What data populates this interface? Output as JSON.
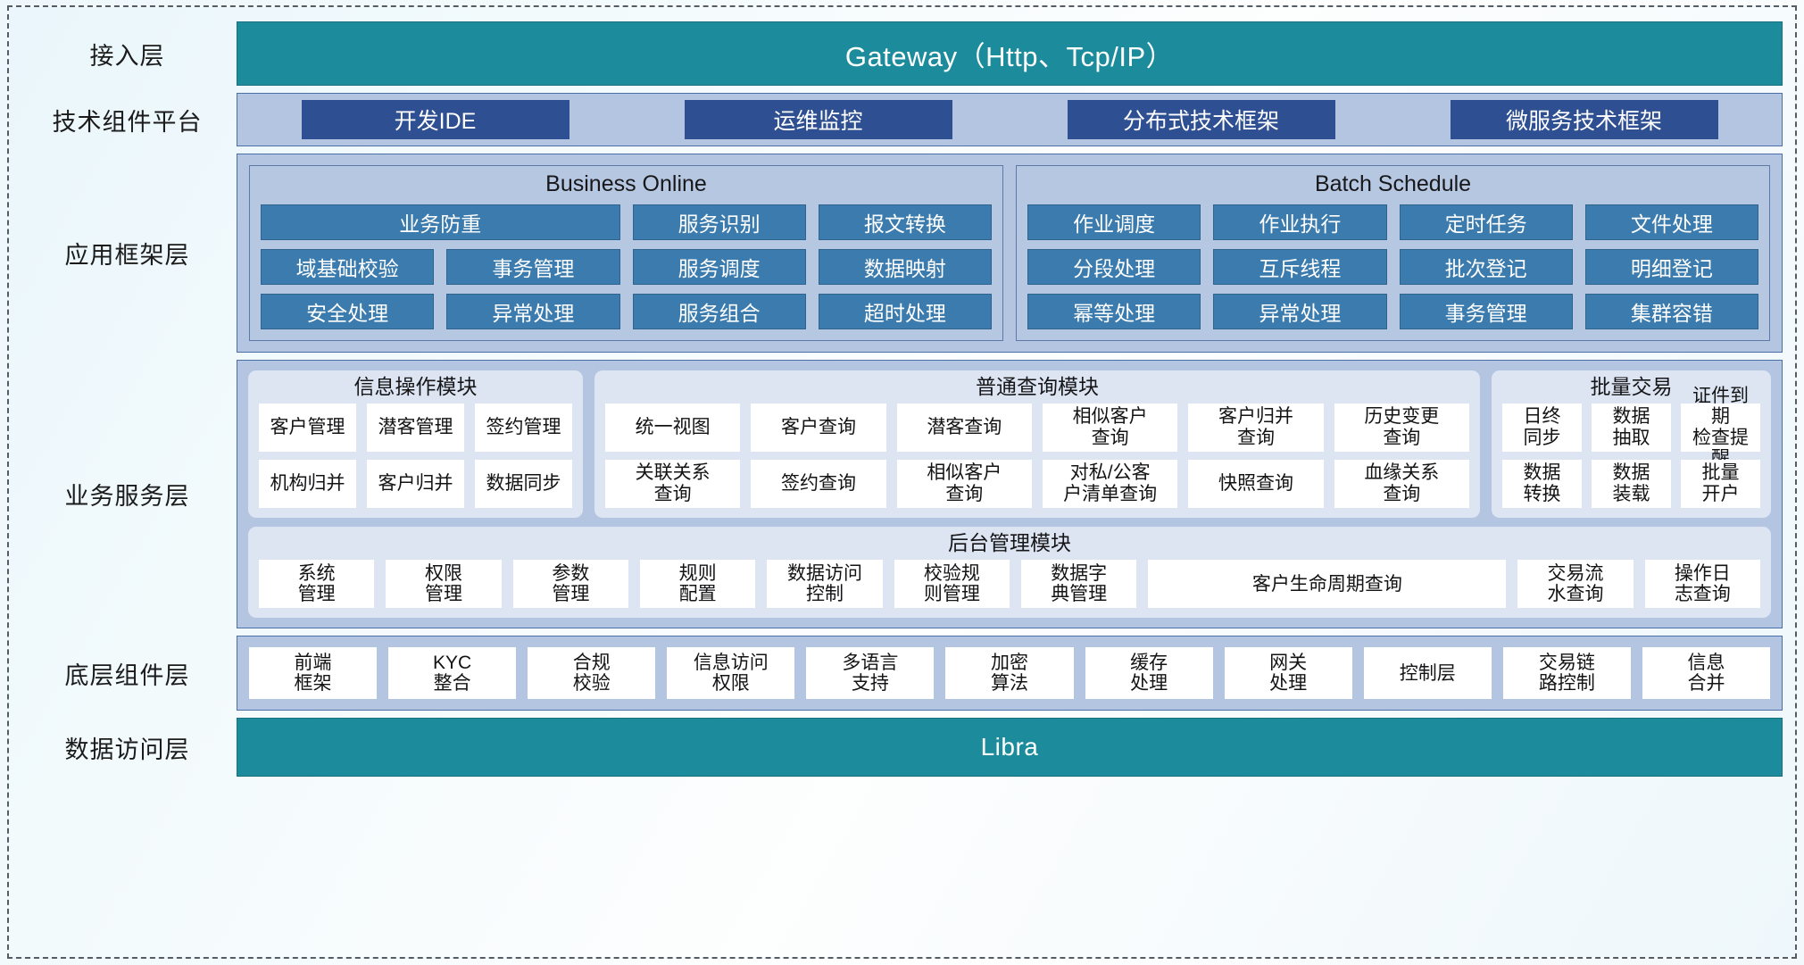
{
  "layers": [
    {
      "name": "接入层"
    },
    {
      "name": "技术组件平台"
    },
    {
      "name": "应用框架层"
    },
    {
      "name": "业务服务层"
    },
    {
      "name": "底层组件层"
    },
    {
      "name": "数据访问层"
    }
  ],
  "access_layer": {
    "label": "接入层",
    "bar_text": "Gateway（Http、Tcp/IP）"
  },
  "tech_platform": {
    "label": "技术组件平台",
    "chips": [
      "开发IDE",
      "运维监控",
      "分布式技术框架",
      "微服务技术框架"
    ]
  },
  "app_framework": {
    "label": "应用框架层",
    "groups": [
      {
        "title": "Business Online",
        "cells": [
          {
            "text": "业务防重",
            "span": 2
          },
          {
            "text": "服务识别",
            "span": 1
          },
          {
            "text": "报文转换",
            "span": 1
          },
          {
            "text": "域基础校验",
            "span": 1
          },
          {
            "text": "事务管理",
            "span": 1
          },
          {
            "text": "服务调度",
            "span": 1
          },
          {
            "text": "数据映射",
            "span": 1
          },
          {
            "text": "安全处理",
            "span": 1
          },
          {
            "text": "异常处理",
            "span": 1
          },
          {
            "text": "服务组合",
            "span": 1
          },
          {
            "text": "超时处理",
            "span": 1
          }
        ]
      },
      {
        "title": "Batch Schedule",
        "cells": [
          {
            "text": "作业调度",
            "span": 1
          },
          {
            "text": "作业执行",
            "span": 1
          },
          {
            "text": "定时任务",
            "span": 1
          },
          {
            "text": "文件处理",
            "span": 1
          },
          {
            "text": "分段处理",
            "span": 1
          },
          {
            "text": "互斥线程",
            "span": 1
          },
          {
            "text": "批次登记",
            "span": 1
          },
          {
            "text": "明细登记",
            "span": 1
          },
          {
            "text": "幂等处理",
            "span": 1
          },
          {
            "text": "异常处理",
            "span": 1
          },
          {
            "text": "事务管理",
            "span": 1
          },
          {
            "text": "集群容错",
            "span": 1
          }
        ]
      }
    ]
  },
  "business_service": {
    "label": "业务服务层",
    "modules": [
      {
        "title": "信息操作模块",
        "cells": [
          "客户管理",
          "潜客管理",
          "签约管理",
          "机构归并",
          "客户归并",
          "数据同步"
        ]
      },
      {
        "title": "普通查询模块",
        "cells": [
          "统一视图",
          "客户查询",
          "潜客查询",
          "相似客户\n查询",
          "客户归并\n查询",
          "历史变更\n查询",
          "关联关系\n查询",
          "签约查询",
          "相似客户\n查询",
          "对私/公客\n户清单查询",
          "快照查询",
          "血缘关系\n查询"
        ]
      },
      {
        "title": "批量交易",
        "cells": [
          "日终\n同步",
          "数据\n抽取",
          "证件到期\n检查提醒",
          "数据\n转换",
          "数据\n装载",
          "批量\n开户"
        ]
      }
    ],
    "admin_module": {
      "title": "后台管理模块",
      "cells": [
        "系统\n管理",
        "权限\n管理",
        "参数\n管理",
        "规则\n配置",
        "数据访问\n控制",
        "校验规\n则管理",
        "数据字\n典管理",
        "客户生命周期查询",
        "交易流\n水查询",
        "操作日\n志查询"
      ]
    }
  },
  "bottom_components": {
    "label": "底层组件层",
    "cells": [
      "前端\n框架",
      "KYC\n整合",
      "合规\n校验",
      "信息访问\n权限",
      "多语言\n支持",
      "加密\n算法",
      "缓存\n处理",
      "网关\n处理",
      "控制层",
      "交易链\n路控制",
      "信息\n合并"
    ]
  },
  "data_access": {
    "label": "数据访问层",
    "bar_text": "Libra"
  },
  "colors": {
    "teal": "#1c8c9c",
    "panel_blue": "#b3c5e0",
    "chip_navy": "#2e4f92",
    "cell_blue": "#3b7bad",
    "module_bg": "#dde5f3",
    "white_cell": "#ffffff",
    "frame_dash": "#555c63"
  }
}
